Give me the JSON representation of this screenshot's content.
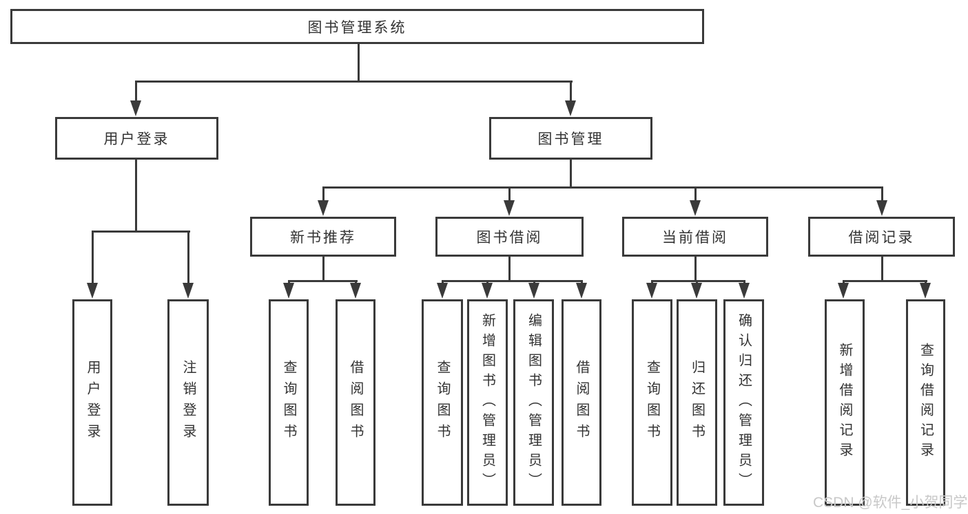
{
  "tree": {
    "root": {
      "label": "图书管理系统",
      "children": [
        {
          "label": "用户登录",
          "children": [
            {
              "label": "用户登录"
            },
            {
              "label": "注销登录"
            }
          ]
        },
        {
          "label": "图书管理",
          "children": [
            {
              "label": "新书推荐",
              "children": [
                {
                  "label": "查询图书"
                },
                {
                  "label": "借阅图书"
                }
              ]
            },
            {
              "label": "图书借阅",
              "children": [
                {
                  "label": "查询图书"
                },
                {
                  "label": "新增图书（管理员）"
                },
                {
                  "label": "编辑图书（管理员）"
                },
                {
                  "label": "借阅图书"
                }
              ]
            },
            {
              "label": "当前借阅",
              "children": [
                {
                  "label": "查询图书"
                },
                {
                  "label": "归还图书"
                },
                {
                  "label": "确认归还（管理员）"
                }
              ]
            },
            {
              "label": "借阅记录",
              "children": [
                {
                  "label": "新增借阅记录"
                },
                {
                  "label": "查询借阅记录"
                }
              ]
            }
          ]
        }
      ]
    }
  },
  "watermark": {
    "text": "CSDN @软件_小贺同学"
  },
  "colors": {
    "line": "#3a3a3a",
    "text": "#333333",
    "watermark_text": "#c8c8c8",
    "background": "#ffffff"
  }
}
